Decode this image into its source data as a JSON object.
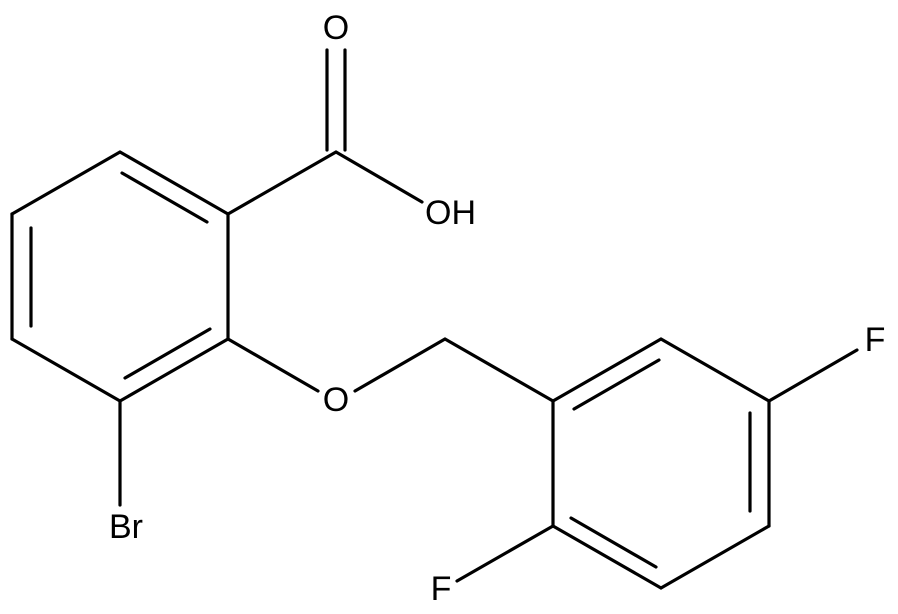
{
  "structure": {
    "atoms": {
      "carbonyl_o": "O",
      "hydroxyl": "OH",
      "ether_o": "O",
      "bromine": "Br",
      "fluorine_ortho": "F",
      "fluorine_meta": "F"
    }
  },
  "colors": {
    "ink": "#000000",
    "background": "#ffffff"
  }
}
